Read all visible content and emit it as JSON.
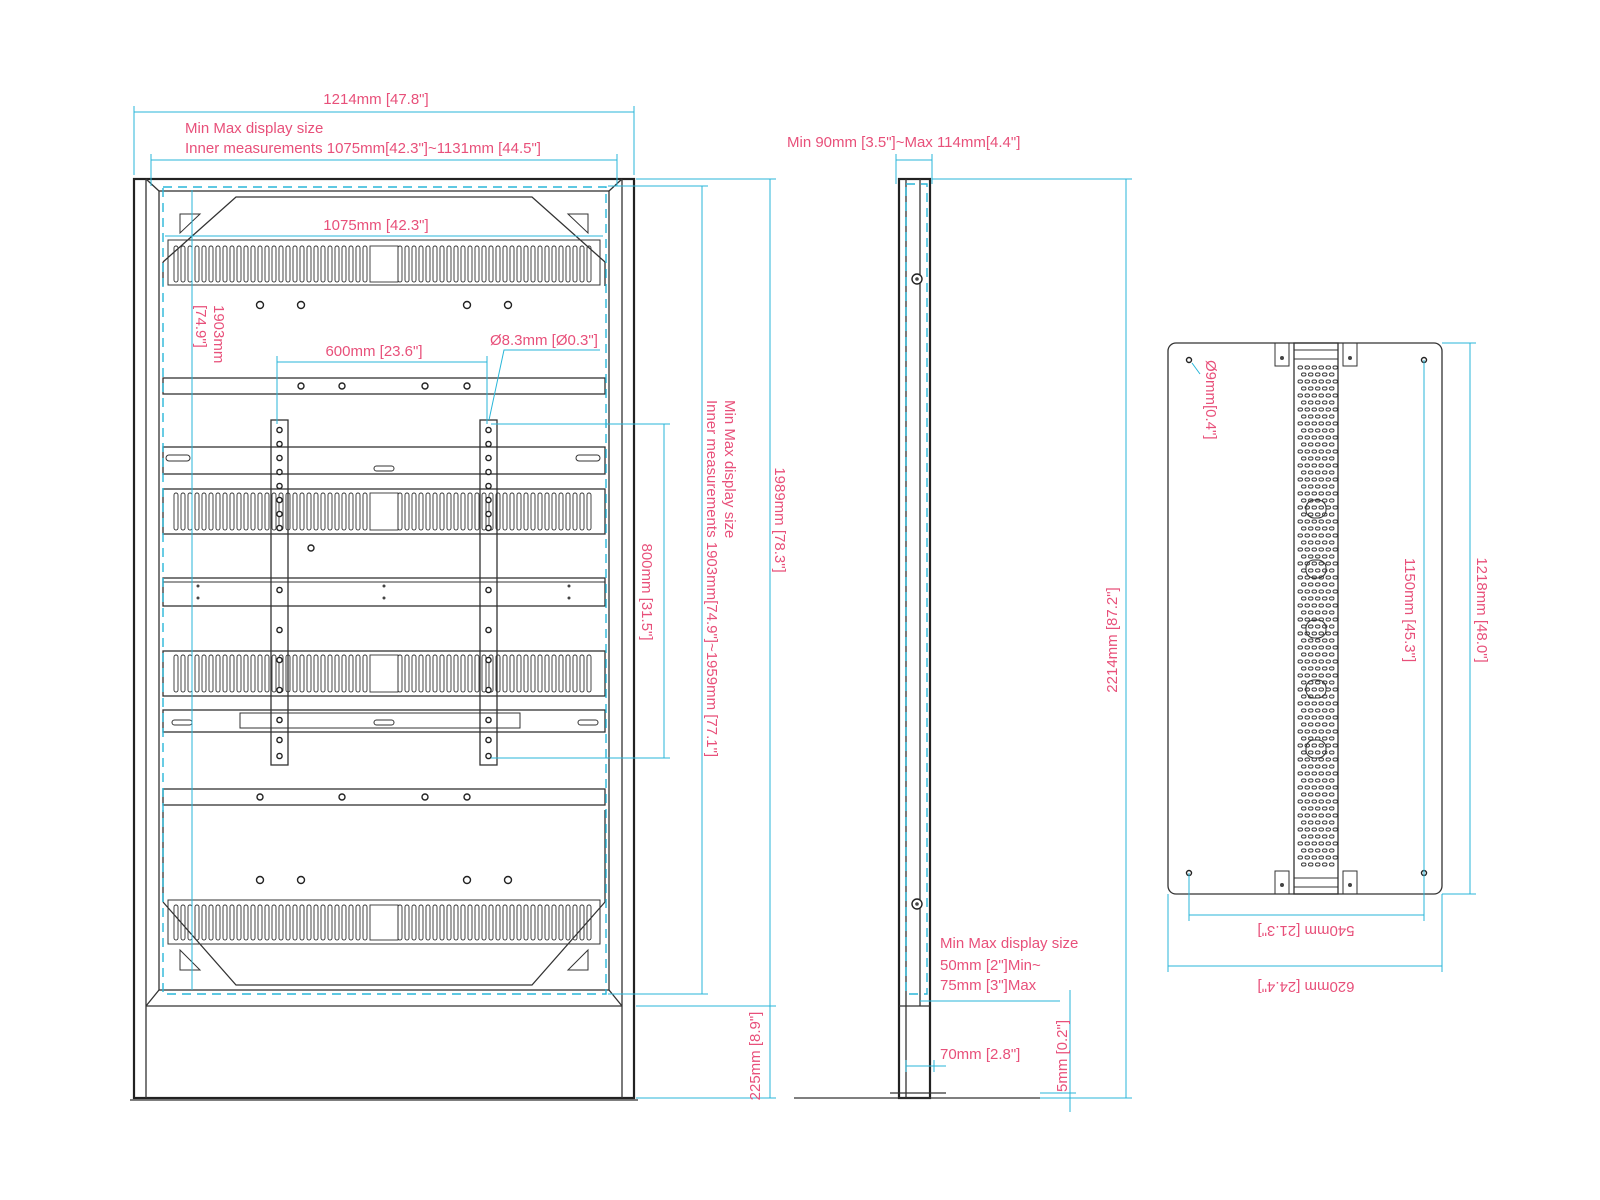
{
  "views": {
    "front": {
      "overall_width": "1214mm [47.8\"]",
      "display_size_title": "Min Max display size",
      "inner_width_range": "Inner measurements 1075mm[42.3\"]~1131mm [44.5\"]",
      "inner_width": "1075mm [42.3\"]",
      "inner_height_mm": "1903mm",
      "inner_height_in": "[74.9\"]",
      "vesa_width": "600mm [23.6\"]",
      "hole_diameter": "Ø8.3mm [Ø0.3\"]",
      "vesa_height": "800mm [31.5\"]",
      "display_size_title_vertical": "Min Max display size",
      "inner_height_range": "Inner measurements  1903mm[74.9\"]~1959mm [77.1\"]",
      "frame_height": "1989mm [78.3\"]",
      "base_height": "225mm [8.9\"]"
    },
    "side": {
      "depth_range": "Min 90mm [3.5\"]~Max 114mm[4.4\"]",
      "overall_height": "2214mm [87.2\"]",
      "display_depth_title": "Min Max display size",
      "display_depth_min": "50mm [2\"]Min~",
      "display_depth_max": "75mm [3\"]Max",
      "foot_width": "70mm [2.8\"]",
      "base_plate": "5mm [0.2\"]"
    },
    "top": {
      "hole_diameter": "Ø9mm[0.4\"]",
      "hole_spacing_length": "1150mm [45.3\"]",
      "overall_length": "1218mm [48.0\"]",
      "hole_spacing_width": "540mm [21.3\"]",
      "overall_width": "620mm [24.4\"]"
    }
  },
  "colors": {
    "dimension_text": "#e8507a",
    "dimension_line": "#29b6d8",
    "outline": "#333333"
  }
}
